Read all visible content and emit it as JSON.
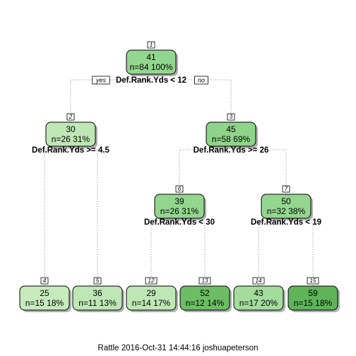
{
  "tree": {
    "nodes": [
      {
        "id": "1",
        "value": "41",
        "stats": "n=84  100%",
        "color": "#93d68f"
      },
      {
        "id": "2",
        "value": "30",
        "stats": "n=26  31%",
        "color": "#bfe6b5"
      },
      {
        "id": "3",
        "value": "45",
        "stats": "n=58  69%",
        "color": "#8ed48a"
      },
      {
        "id": "6",
        "value": "39",
        "stats": "n=26  31%",
        "color": "#93d68f"
      },
      {
        "id": "7",
        "value": "50",
        "stats": "n=32  38%",
        "color": "#93d68f"
      },
      {
        "id": "4",
        "value": "25",
        "stats": "n=15  18%",
        "color": "#c7eabd"
      },
      {
        "id": "5",
        "value": "36",
        "stats": "n=11  13%",
        "color": "#bfe6b5"
      },
      {
        "id": "12",
        "value": "29",
        "stats": "n=14  17%",
        "color": "#bfe6b5"
      },
      {
        "id": "13",
        "value": "52",
        "stats": "n=12  14%",
        "color": "#6dbd65"
      },
      {
        "id": "14",
        "value": "43",
        "stats": "n=17  20%",
        "color": "#a3dc9c"
      },
      {
        "id": "15",
        "value": "59",
        "stats": "n=15  18%",
        "color": "#5fb45a"
      }
    ],
    "splits": [
      {
        "node": "1",
        "label": "Def.Rank.Yds < 12"
      },
      {
        "node": "2",
        "label": "Def.Rank.Yds >= 4.5"
      },
      {
        "node": "3",
        "label": "Def.Rank.Yds >= 26"
      },
      {
        "node": "6",
        "label": "Def.Rank.Yds < 30"
      },
      {
        "node": "7",
        "label": "Def.Rank.Yds < 19"
      }
    ],
    "yes_label": "yes",
    "no_label": "no",
    "edge_color": "#999999"
  },
  "footer": "Rattle 2016-Oct-31 14:44:16 joshuapeterson"
}
